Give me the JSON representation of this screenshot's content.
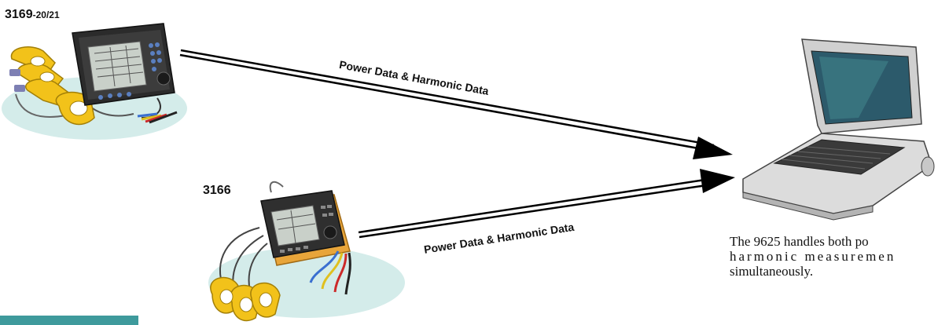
{
  "devices": {
    "device_top": {
      "model": "3169",
      "variant": "-20/21"
    },
    "device_bottom": {
      "model": "3166"
    }
  },
  "arrows": {
    "top_label": "Power Data & Harmonic Data",
    "bottom_label": "Power Data & Harmonic Data"
  },
  "description": {
    "line1": "The 9625 handles both po",
    "line2": "harmonic measuremen",
    "line3": "simultaneously."
  },
  "colors": {
    "accent_bar": "#3e9a9c",
    "clamp_yellow": "#f2c21a",
    "shadow_teal": "#d4ecea",
    "device_dark": "#2b2b2b",
    "laptop_gray": "#d6d6d6"
  }
}
